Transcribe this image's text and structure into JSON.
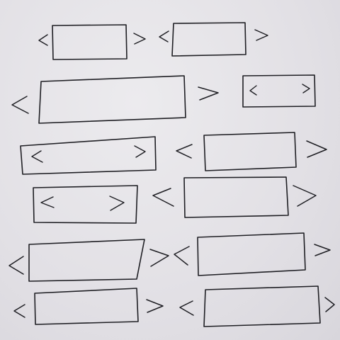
{
  "sketch": {
    "medium": "pen on paper",
    "ink_color": "#1f1f24",
    "paper_color": "#e4e2e6",
    "components": [
      {
        "name": "carousel-1",
        "arrows": "outside",
        "row": 1
      },
      {
        "name": "carousel-2",
        "arrows": "outside",
        "row": 1
      },
      {
        "name": "carousel-3",
        "arrows": "outside",
        "row": 2
      },
      {
        "name": "carousel-4",
        "arrows": "inside",
        "row": 2
      },
      {
        "name": "carousel-5",
        "arrows": "inside",
        "row": 3
      },
      {
        "name": "carousel-6",
        "arrows": "outside",
        "row": 3
      },
      {
        "name": "carousel-7",
        "arrows": "inside",
        "row": 4
      },
      {
        "name": "carousel-8",
        "arrows": "outside",
        "row": 4
      },
      {
        "name": "carousel-9",
        "arrows": "outside",
        "row": 5
      },
      {
        "name": "carousel-10",
        "arrows": "outside",
        "row": 5
      },
      {
        "name": "carousel-11",
        "arrows": "outside",
        "row": 6
      },
      {
        "name": "carousel-12",
        "arrows": "outside",
        "row": 6
      }
    ]
  }
}
